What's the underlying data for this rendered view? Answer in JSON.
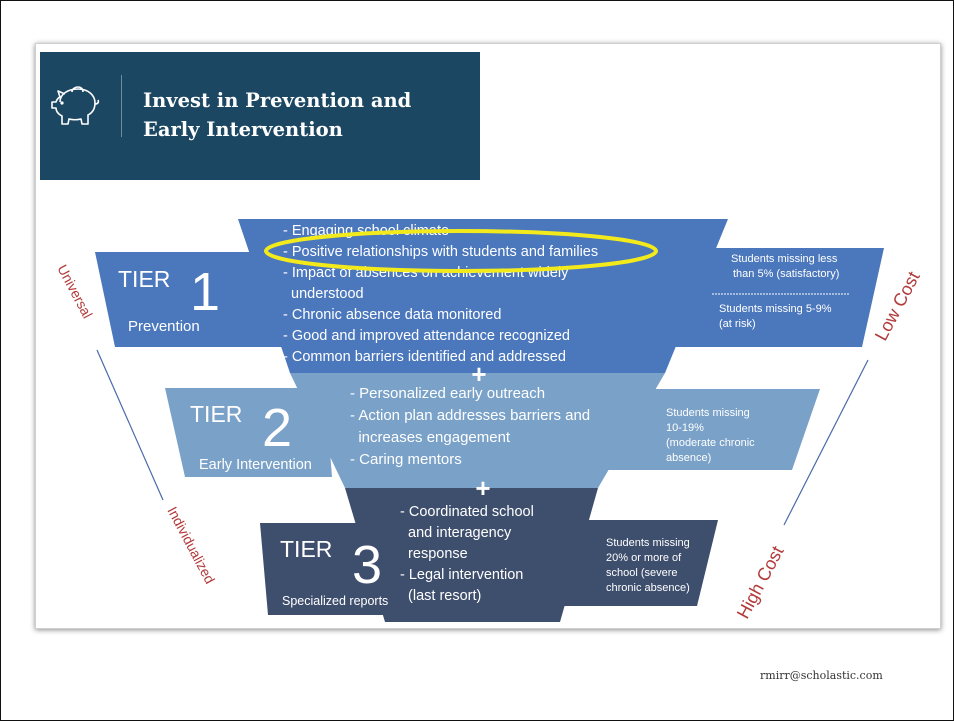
{
  "header": {
    "title_line1": "Invest in Prevention and",
    "title_line2": "Early Intervention",
    "icon": "piggy-bank-icon"
  },
  "side_labels": {
    "left_top": "Universal",
    "left_bottom": "Individualized",
    "right_top": "Low Cost",
    "right_bottom": "High Cost"
  },
  "tiers": [
    {
      "tier_word": "TIER",
      "tier_number": "1",
      "tier_name": "Prevention",
      "strategies": [
        "- Engaging school climate",
        "- Positive relationships with students and families",
        "- Impact of absences on achievement widely",
        "  understood",
        "- Chronic absence data monitored",
        "- Good and improved attendance recognized",
        "- Common barriers identified and addressed"
      ],
      "students_a_line1": "Students missing less",
      "students_a_line2": "than 5% (satisfactory)",
      "students_b_line1": "Students missing 5-9%",
      "students_b_line2": "(at risk)",
      "color": "#4b77bc"
    },
    {
      "tier_word": "TIER",
      "tier_number": "2",
      "tier_name": "Early Intervention",
      "strategies": [
        "- Personalized early outreach",
        "- Action plan addresses barriers and",
        "  increases engagement",
        "- Caring mentors"
      ],
      "students_line1": "Students missing",
      "students_line2": "10-19%",
      "students_line3": "(moderate chronic",
      "students_line4": "absence)",
      "color": "#7aa1c8"
    },
    {
      "tier_word": "TIER",
      "tier_number": "3",
      "tier_name": "Specialized reports",
      "strategies": [
        "- Coordinated school",
        "  and interagency",
        "  response",
        "- Legal intervention",
        "  (last resort)"
      ],
      "students_line1": "Students missing",
      "students_line2": "20% or more of",
      "students_line3": "school (severe",
      "students_line4": "chronic absence)",
      "color": "#3e4e6d"
    }
  ],
  "plus_sign": "+",
  "highlight_color": "#f3ea1c",
  "label_color": "#b23a3a",
  "footer": {
    "email": "rmirr@scholastic.com"
  }
}
